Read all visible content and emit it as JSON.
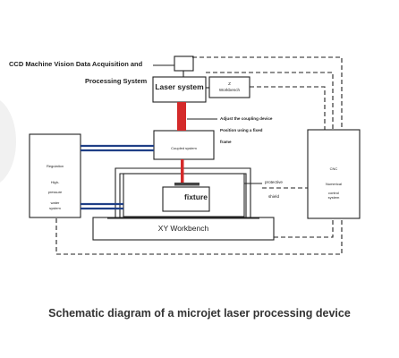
{
  "diagram": {
    "labels": {
      "ccd_line1": "CCD Machine Vision Data Acquisition and",
      "ccd_line2": "Processing System",
      "laser_system": "Laser system",
      "z_workbench_line1": "Z",
      "z_workbench_line2": "Workbench",
      "adjust_line1": "Adjust the coupling device",
      "adjust_line2": "Position using a fixed",
      "adjust_line3": "frame",
      "coupled_system": "Coupled system",
      "regulation_line1": "Regulation",
      "regulation_line2": "High-",
      "regulation_line3": "pressure",
      "regulation_line4": "water",
      "regulation_line5": "system",
      "fixture": "fixture",
      "protective_line1": "protective",
      "protective_line2": "shield",
      "xy_workbench": "XY Workbench",
      "cnc_line1": "CNC",
      "cnc_line2": "Numerical",
      "cnc_line3": "control",
      "cnc_line4": "system"
    },
    "colors": {
      "laser_beam": "#d42a2a",
      "water_pipe": "#1f3f86",
      "line": "#222222"
    }
  },
  "caption": "Schematic diagram of a microjet laser processing device"
}
